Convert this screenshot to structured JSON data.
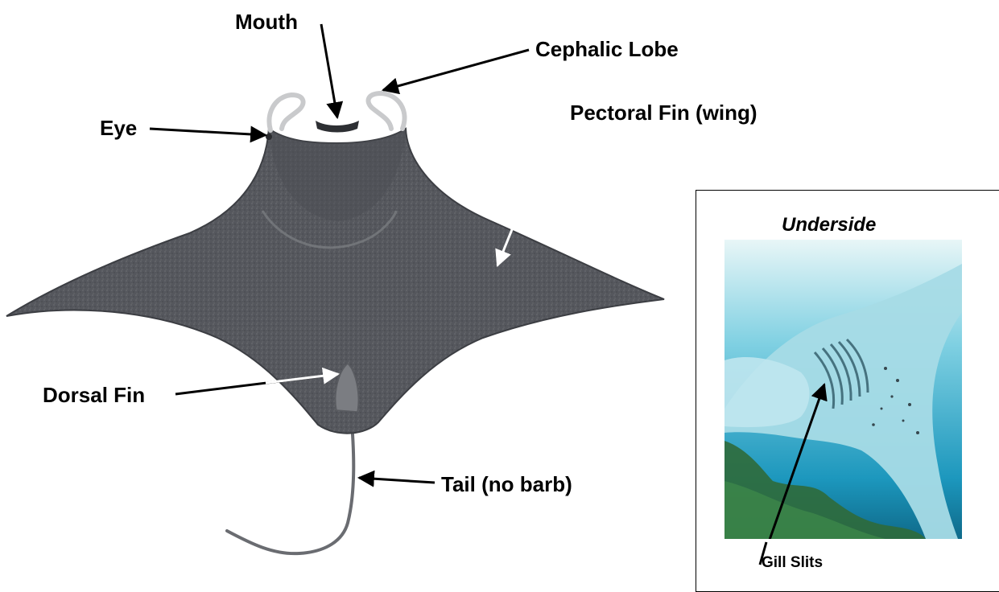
{
  "labels": {
    "mouth": "Mouth",
    "cephalic_lobe": "Cephalic Lobe",
    "eye": "Eye",
    "pectoral_fin": "Pectoral Fin (wing)",
    "dorsal_fin": "Dorsal Fin",
    "tail": "Tail (no barb)",
    "underside": "Underside",
    "gill_slits": "Gill Slits"
  },
  "colors": {
    "ray_body": "#55575d",
    "ray_dark": "#3e4046",
    "ray_edge": "#8a8c90",
    "underside_water": "#27a5c8",
    "underside_ray": "#a6dbe6",
    "seaweed": "#2f6a3a"
  }
}
